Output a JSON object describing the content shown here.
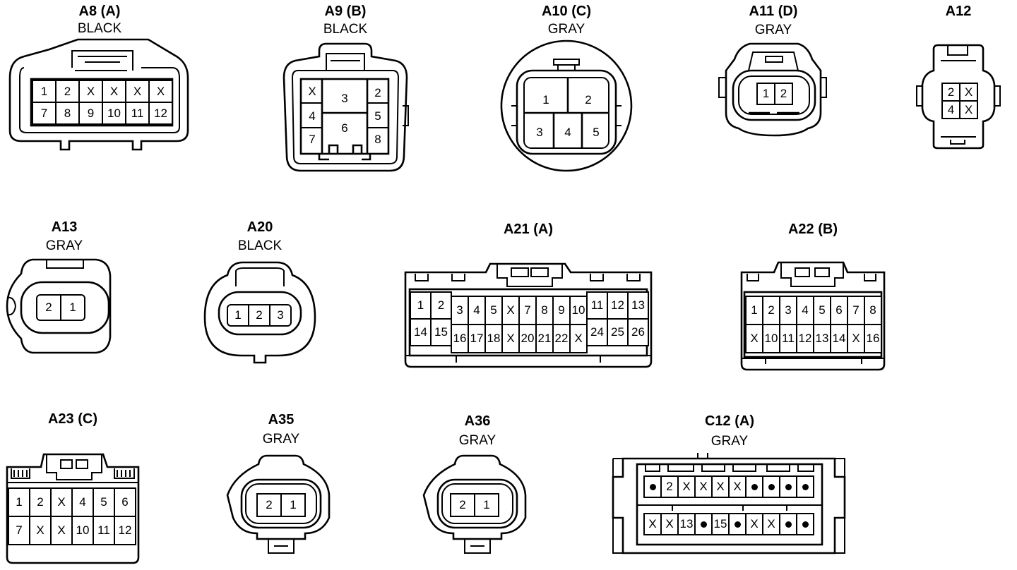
{
  "connectors": [
    {
      "id": "a8",
      "title": "A8 (A)",
      "color": "BLACK",
      "rows": [
        [
          "1",
          "2",
          "X",
          "X",
          "X",
          "X"
        ],
        [
          "7",
          "8",
          "9",
          "10",
          "11",
          "12"
        ]
      ]
    },
    {
      "id": "a9",
      "title": "A9 (B)",
      "color": "BLACK",
      "pins": {
        "p1": "X",
        "p2": "2",
        "p3": "3",
        "p4": "4",
        "p5": "5",
        "p6": "6",
        "p7": "7",
        "p8": "8"
      }
    },
    {
      "id": "a10",
      "title": "A10 (C)",
      "color": "GRAY",
      "pins": {
        "p1": "1",
        "p2": "2",
        "p3": "3",
        "p4": "4",
        "p5": "5"
      }
    },
    {
      "id": "a11",
      "title": "A11 (D)",
      "color": "GRAY",
      "rows": [
        [
          "1",
          "2"
        ]
      ]
    },
    {
      "id": "a12",
      "title": "A12",
      "color": "",
      "rows": [
        [
          "2",
          "X"
        ],
        [
          "4",
          "X"
        ]
      ]
    },
    {
      "id": "a13",
      "title": "A13",
      "color": "GRAY",
      "rows": [
        [
          "2",
          "1"
        ]
      ]
    },
    {
      "id": "a20",
      "title": "A20",
      "color": "BLACK",
      "rows": [
        [
          "1",
          "2",
          "3"
        ]
      ]
    },
    {
      "id": "a21",
      "title": "A21 (A)",
      "color": "",
      "left": [
        [
          "1",
          "2"
        ],
        [
          "14",
          "15"
        ]
      ],
      "middle": [
        [
          "3",
          "4",
          "5",
          "X",
          "7",
          "8",
          "9",
          "10"
        ],
        [
          "16",
          "17",
          "18",
          "X",
          "20",
          "21",
          "22",
          "X"
        ]
      ],
      "right": [
        [
          "11",
          "12",
          "13"
        ],
        [
          "24",
          "25",
          "26"
        ]
      ]
    },
    {
      "id": "a22",
      "title": "A22 (B)",
      "color": "",
      "rows": [
        [
          "1",
          "2",
          "3",
          "4",
          "5",
          "6",
          "7",
          "8"
        ],
        [
          "X",
          "10",
          "11",
          "12",
          "13",
          "14",
          "X",
          "16"
        ]
      ]
    },
    {
      "id": "a23",
      "title": "A23 (C)",
      "color": "",
      "rows": [
        [
          "1",
          "2",
          "X",
          "4",
          "5",
          "6"
        ],
        [
          "7",
          "X",
          "X",
          "10",
          "11",
          "12"
        ]
      ]
    },
    {
      "id": "a35",
      "title": "A35",
      "color": "GRAY",
      "rows": [
        [
          "2",
          "1"
        ]
      ]
    },
    {
      "id": "a36",
      "title": "A36",
      "color": "GRAY",
      "rows": [
        [
          "2",
          "1"
        ]
      ]
    },
    {
      "id": "c12",
      "title": "C12 (A)",
      "color": "GRAY",
      "rows": [
        [
          "•",
          "2",
          "X",
          "X",
          "X",
          "X",
          "•",
          "•",
          "•",
          "•"
        ],
        [
          "X",
          "X",
          "13",
          "•",
          "15",
          "•",
          "X",
          "X",
          "•",
          "•"
        ]
      ]
    }
  ]
}
